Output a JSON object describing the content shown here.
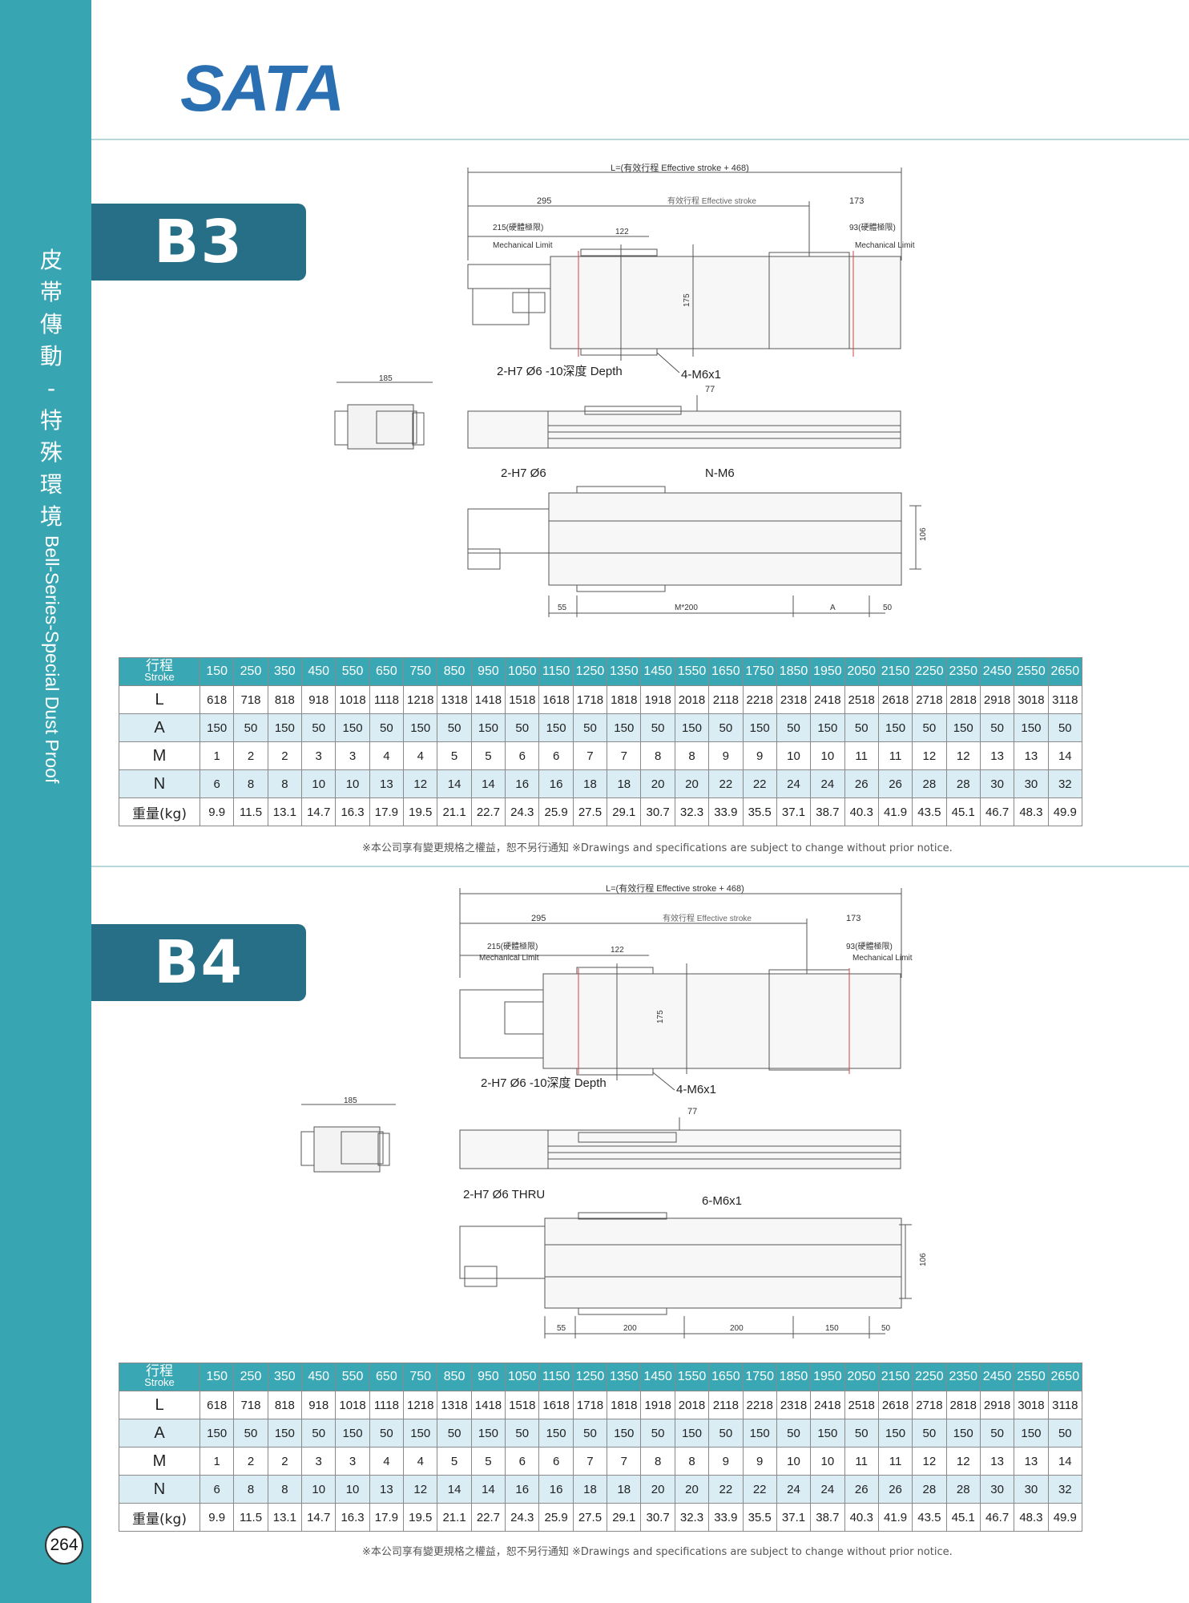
{
  "brand": {
    "logo_text": "SATA",
    "logo_color": "#2b6fb3"
  },
  "sidebar": {
    "bg_color": "#38a6b2",
    "chinese_title": [
      "皮",
      "帯",
      "傳",
      "動",
      "-",
      "特",
      "殊",
      "環",
      "境"
    ],
    "english_title": "Bell-Series-Special Dust Proof"
  },
  "page_number": "264",
  "sections": [
    {
      "id": "B3",
      "label": "B3",
      "drawing": {
        "length_formula": "L=(有效行程 Effective stroke + 468)",
        "dim_295": "295",
        "effective_stroke": "有效行程 Effective stroke",
        "dim_173": "173",
        "mech_limit_left": "215(硬體極限)",
        "mech_limit_left_en": "Mechanical Limit",
        "dim_122": "122",
        "mech_limit_right": "93(硬體極限)",
        "mech_limit_right_en": "Mechanical Limit",
        "dim_175": "175",
        "pin_hole_depth": "2-H7 Ø6 -10深度 Depth",
        "tap_top": "4-M6x1",
        "dim_185": "185",
        "dim_77": "77",
        "pin_hole_bottom": "2-H7 Ø6",
        "tap_bottom": "N-M6",
        "dim_106": "106",
        "dim_55": "55",
        "dim_middle": "M*200",
        "dim_a": "A",
        "dim_50": "50"
      },
      "table": {
        "stroke_label_cn": "行程",
        "stroke_label_en": "Stroke",
        "strokes": [
          "150",
          "250",
          "350",
          "450",
          "550",
          "650",
          "750",
          "850",
          "950",
          "1050",
          "1150",
          "1250",
          "1350",
          "1450",
          "1550",
          "1650",
          "1750",
          "1850",
          "1950",
          "2050",
          "2150",
          "2250",
          "2350",
          "2450",
          "2550",
          "2650"
        ],
        "rows": [
          {
            "label": "L",
            "values": [
              "618",
              "718",
              "818",
              "918",
              "1018",
              "1118",
              "1218",
              "1318",
              "1418",
              "1518",
              "1618",
              "1718",
              "1818",
              "1918",
              "2018",
              "2118",
              "2218",
              "2318",
              "2418",
              "2518",
              "2618",
              "2718",
              "2818",
              "2918",
              "3018",
              "3118"
            ]
          },
          {
            "label": "A",
            "values": [
              "150",
              "50",
              "150",
              "50",
              "150",
              "50",
              "150",
              "50",
              "150",
              "50",
              "150",
              "50",
              "150",
              "50",
              "150",
              "50",
              "150",
              "50",
              "150",
              "50",
              "150",
              "50",
              "150",
              "50",
              "150",
              "50"
            ]
          },
          {
            "label": "M",
            "values": [
              "1",
              "2",
              "2",
              "3",
              "3",
              "4",
              "4",
              "5",
              "5",
              "6",
              "6",
              "7",
              "7",
              "8",
              "8",
              "9",
              "9",
              "10",
              "10",
              "11",
              "11",
              "12",
              "12",
              "13",
              "13",
              "14"
            ]
          },
          {
            "label": "N",
            "values": [
              "6",
              "8",
              "8",
              "10",
              "10",
              "13",
              "12",
              "14",
              "14",
              "16",
              "16",
              "18",
              "18",
              "20",
              "20",
              "22",
              "22",
              "24",
              "24",
              "26",
              "26",
              "28",
              "28",
              "30",
              "30",
              "32"
            ]
          },
          {
            "label": "重量(kg)",
            "values": [
              "9.9",
              "11.5",
              "13.1",
              "14.7",
              "16.3",
              "17.9",
              "19.5",
              "21.1",
              "22.7",
              "24.3",
              "25.9",
              "27.5",
              "29.1",
              "30.7",
              "32.3",
              "33.9",
              "35.5",
              "37.1",
              "38.7",
              "40.3",
              "41.9",
              "43.5",
              "45.1",
              "46.7",
              "48.3",
              "49.9"
            ]
          }
        ]
      },
      "note": "※本公司享有變更規格之權益，恕不另行通知 ※Drawings and specifications are subject to change without prior notice."
    },
    {
      "id": "B4",
      "label": "B4",
      "drawing": {
        "length_formula": "L=(有效行程 Effective stroke + 468)",
        "dim_295": "295",
        "effective_stroke": "有效行程 Effective stroke",
        "dim_173": "173",
        "mech_limit_left": "215(硬體極限)",
        "mech_limit_left_en": "Mechanical Limit",
        "dim_122": "122",
        "mech_limit_right": "93(硬體極限)",
        "mech_limit_right_en": "Mechanical Limit",
        "dim_175": "175",
        "pin_hole_depth": "2-H7 Ø6 -10深度 Depth",
        "tap_top": "4-M6x1",
        "dim_185": "185",
        "dim_77": "77",
        "pin_hole_bottom": "2-H7 Ø6 THRU",
        "tap_bottom": "6-M6x1",
        "dim_106": "106",
        "dim_55": "55",
        "dim_200a": "200",
        "dim_200b": "200",
        "dim_150": "150",
        "dim_50": "50"
      },
      "table": {
        "stroke_label_cn": "行程",
        "stroke_label_en": "Stroke",
        "strokes": [
          "150",
          "250",
          "350",
          "450",
          "550",
          "650",
          "750",
          "850",
          "950",
          "1050",
          "1150",
          "1250",
          "1350",
          "1450",
          "1550",
          "1650",
          "1750",
          "1850",
          "1950",
          "2050",
          "2150",
          "2250",
          "2350",
          "2450",
          "2550",
          "2650"
        ],
        "rows": [
          {
            "label": "L",
            "values": [
              "618",
              "718",
              "818",
              "918",
              "1018",
              "1118",
              "1218",
              "1318",
              "1418",
              "1518",
              "1618",
              "1718",
              "1818",
              "1918",
              "2018",
              "2118",
              "2218",
              "2318",
              "2418",
              "2518",
              "2618",
              "2718",
              "2818",
              "2918",
              "3018",
              "3118"
            ]
          },
          {
            "label": "A",
            "values": [
              "150",
              "50",
              "150",
              "50",
              "150",
              "50",
              "150",
              "50",
              "150",
              "50",
              "150",
              "50",
              "150",
              "50",
              "150",
              "50",
              "150",
              "50",
              "150",
              "50",
              "150",
              "50",
              "150",
              "50",
              "150",
              "50"
            ]
          },
          {
            "label": "M",
            "values": [
              "1",
              "2",
              "2",
              "3",
              "3",
              "4",
              "4",
              "5",
              "5",
              "6",
              "6",
              "7",
              "7",
              "8",
              "8",
              "9",
              "9",
              "10",
              "10",
              "11",
              "11",
              "12",
              "12",
              "13",
              "13",
              "14"
            ]
          },
          {
            "label": "N",
            "values": [
              "6",
              "8",
              "8",
              "10",
              "10",
              "13",
              "12",
              "14",
              "14",
              "16",
              "16",
              "18",
              "18",
              "20",
              "20",
              "22",
              "22",
              "24",
              "24",
              "26",
              "26",
              "28",
              "28",
              "30",
              "30",
              "32"
            ]
          },
          {
            "label": "重量(kg)",
            "values": [
              "9.9",
              "11.5",
              "13.1",
              "14.7",
              "16.3",
              "17.9",
              "19.5",
              "21.1",
              "22.7",
              "24.3",
              "25.9",
              "27.5",
              "29.1",
              "30.7",
              "32.3",
              "33.9",
              "35.5",
              "37.1",
              "38.7",
              "40.3",
              "41.9",
              "43.5",
              "45.1",
              "46.7",
              "48.3",
              "49.9"
            ]
          }
        ]
      },
      "note": "※本公司享有變更規格之權益，恕不另行通知 ※Drawings and specifications are subject to change without prior notice."
    }
  ]
}
